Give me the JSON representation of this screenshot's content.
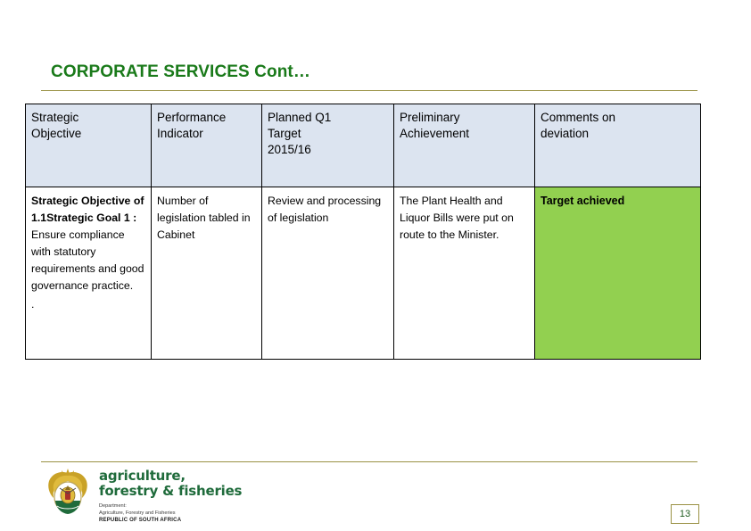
{
  "slide": {
    "title": "CORPORATE SERVICES Cont…",
    "page_number": "13",
    "accent_green": "#1a7a1a",
    "rule_color": "#9a9245",
    "header_fill": "#dce4f0",
    "achieved_fill": "#92d050"
  },
  "table": {
    "headers": [
      {
        "line1": "Strategic",
        "line2": "Objective",
        "line3": ""
      },
      {
        "line1": "Performance",
        "line2": "Indicator",
        "line3": ""
      },
      {
        "line1": "Planned Q1",
        "line2": "Target",
        "line3": "2015/16"
      },
      {
        "line1": "Preliminary",
        "line2": "Achievement",
        "line3": ""
      },
      {
        "line1": "Comments on",
        "line2": "deviation",
        "line3": ""
      }
    ],
    "row": {
      "strategic_objective_bold": "Strategic Objective of 1.1Strategic Goal 1 :",
      "strategic_objective_rest": " Ensure compliance with statutory requirements and good governance practice.",
      "strategic_objective_trailing": ".",
      "performance_indicator": "Number of legislation tabled in Cabinet",
      "planned_target": "Review and processing of legislation",
      "preliminary_achievement": "The Plant Health and Liquor Bills were put on route to the Minister.",
      "comments_on_deviation": "Target achieved"
    }
  },
  "footer": {
    "logo": {
      "wordmark_line1": "agriculture,",
      "wordmark_line2": "forestry & fisheries",
      "dept_line1": "Department:",
      "dept_line2": "Agriculture, Forestry and Fisheries",
      "dept_line3": "REPUBLIC OF SOUTH AFRICA"
    }
  }
}
